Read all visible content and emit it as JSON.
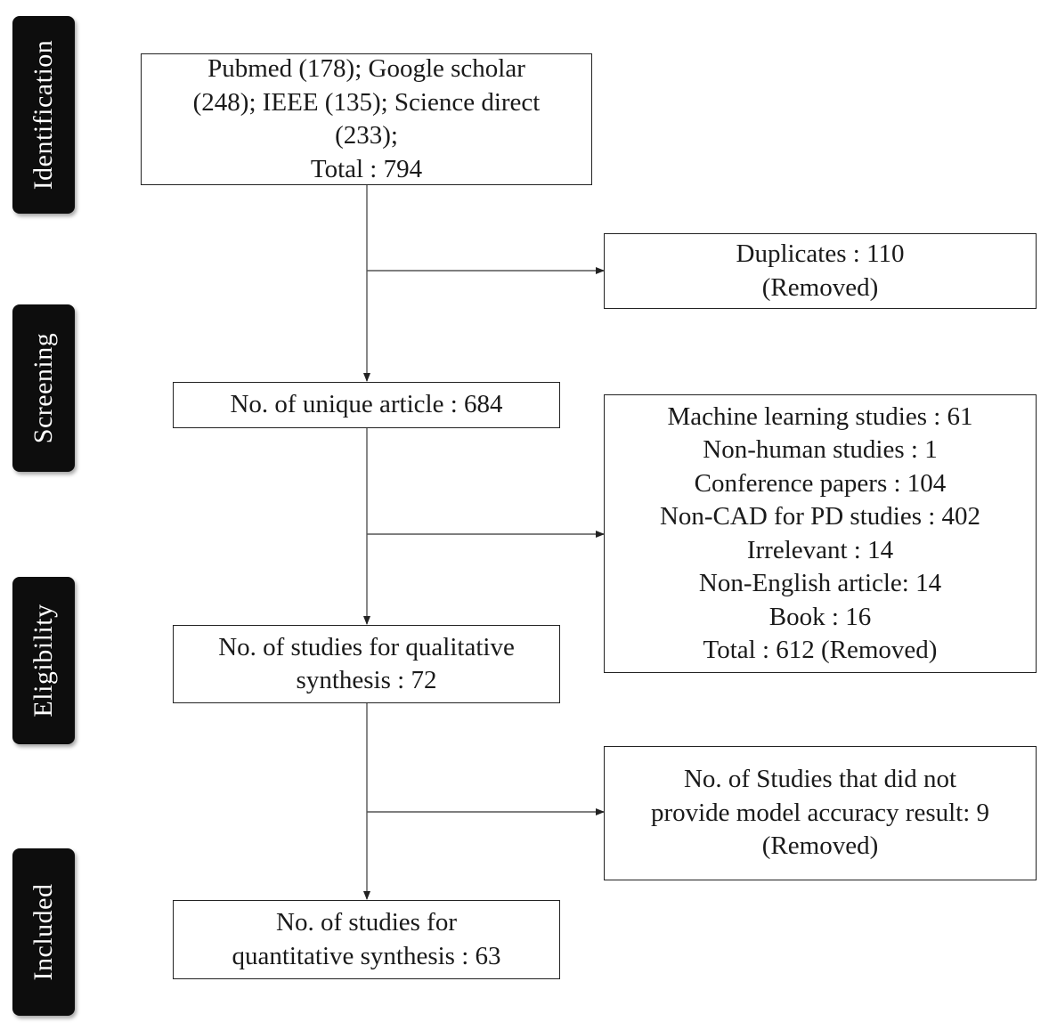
{
  "phases": {
    "identification": "Identification",
    "screening": "Screening",
    "eligibility": "Eligibility",
    "included": "Included"
  },
  "boxes": {
    "records_identified": {
      "lines": [
        "Pubmed (178); Google scholar",
        "(248); IEEE (135); Science direct",
        "(233);",
        "Total :  794"
      ]
    },
    "duplicates": {
      "lines": [
        "Duplicates : 110",
        "(Removed)"
      ]
    },
    "unique_articles": {
      "lines": [
        "No. of unique  article : 684"
      ]
    },
    "excluded_screening": {
      "lines": [
        "Machine learning studies : 61",
        "Non-human studies : 1",
        "Conference papers : 104",
        "Non-CAD for PD studies : 402",
        "Irrelevant : 14",
        "Non-English article: 14",
        "Book : 16",
        "Total :  612 (Removed)"
      ]
    },
    "qualitative": {
      "lines": [
        "No. of studies for qualitative",
        "synthesis : 72"
      ]
    },
    "no_accuracy": {
      "lines": [
        "No. of Studies that did not",
        "provide model accuracy result: 9",
        "(Removed)"
      ]
    },
    "quantitative": {
      "lines": [
        "No. of studies for",
        "quantitative synthesis : 63"
      ]
    }
  }
}
